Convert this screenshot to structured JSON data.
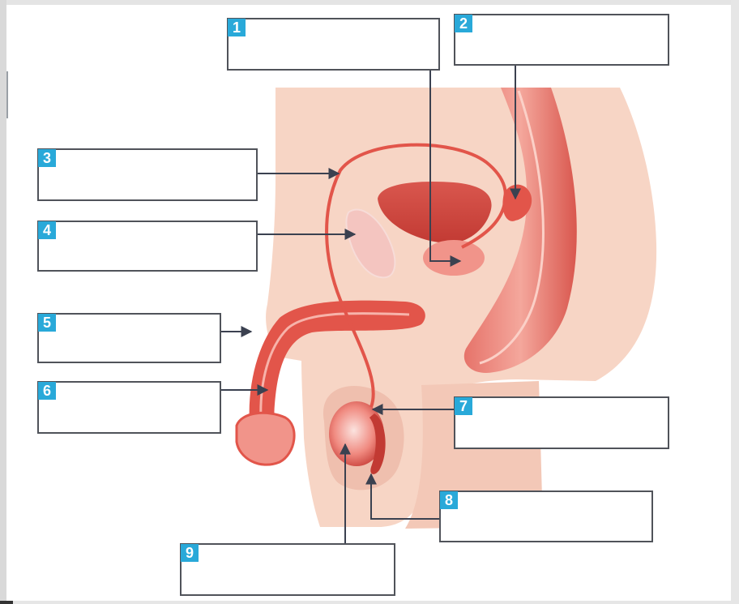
{
  "labels": [
    {
      "number": "1",
      "text": ""
    },
    {
      "number": "2",
      "text": ""
    },
    {
      "number": "3",
      "text": ""
    },
    {
      "number": "4",
      "text": ""
    },
    {
      "number": "5",
      "text": ""
    },
    {
      "number": "6",
      "text": ""
    },
    {
      "number": "7",
      "text": ""
    },
    {
      "number": "8",
      "text": ""
    },
    {
      "number": "9",
      "text": ""
    }
  ],
  "colors": {
    "skin": "#f7d5c5",
    "skin_dark": "#efbfae",
    "tissue_red": "#e2554a",
    "tissue_deep": "#c23a33",
    "tissue_light": "#f1948a",
    "number_badge": "#29a9d9",
    "leader_line": "#3b4150",
    "box_border": "#50535a"
  }
}
